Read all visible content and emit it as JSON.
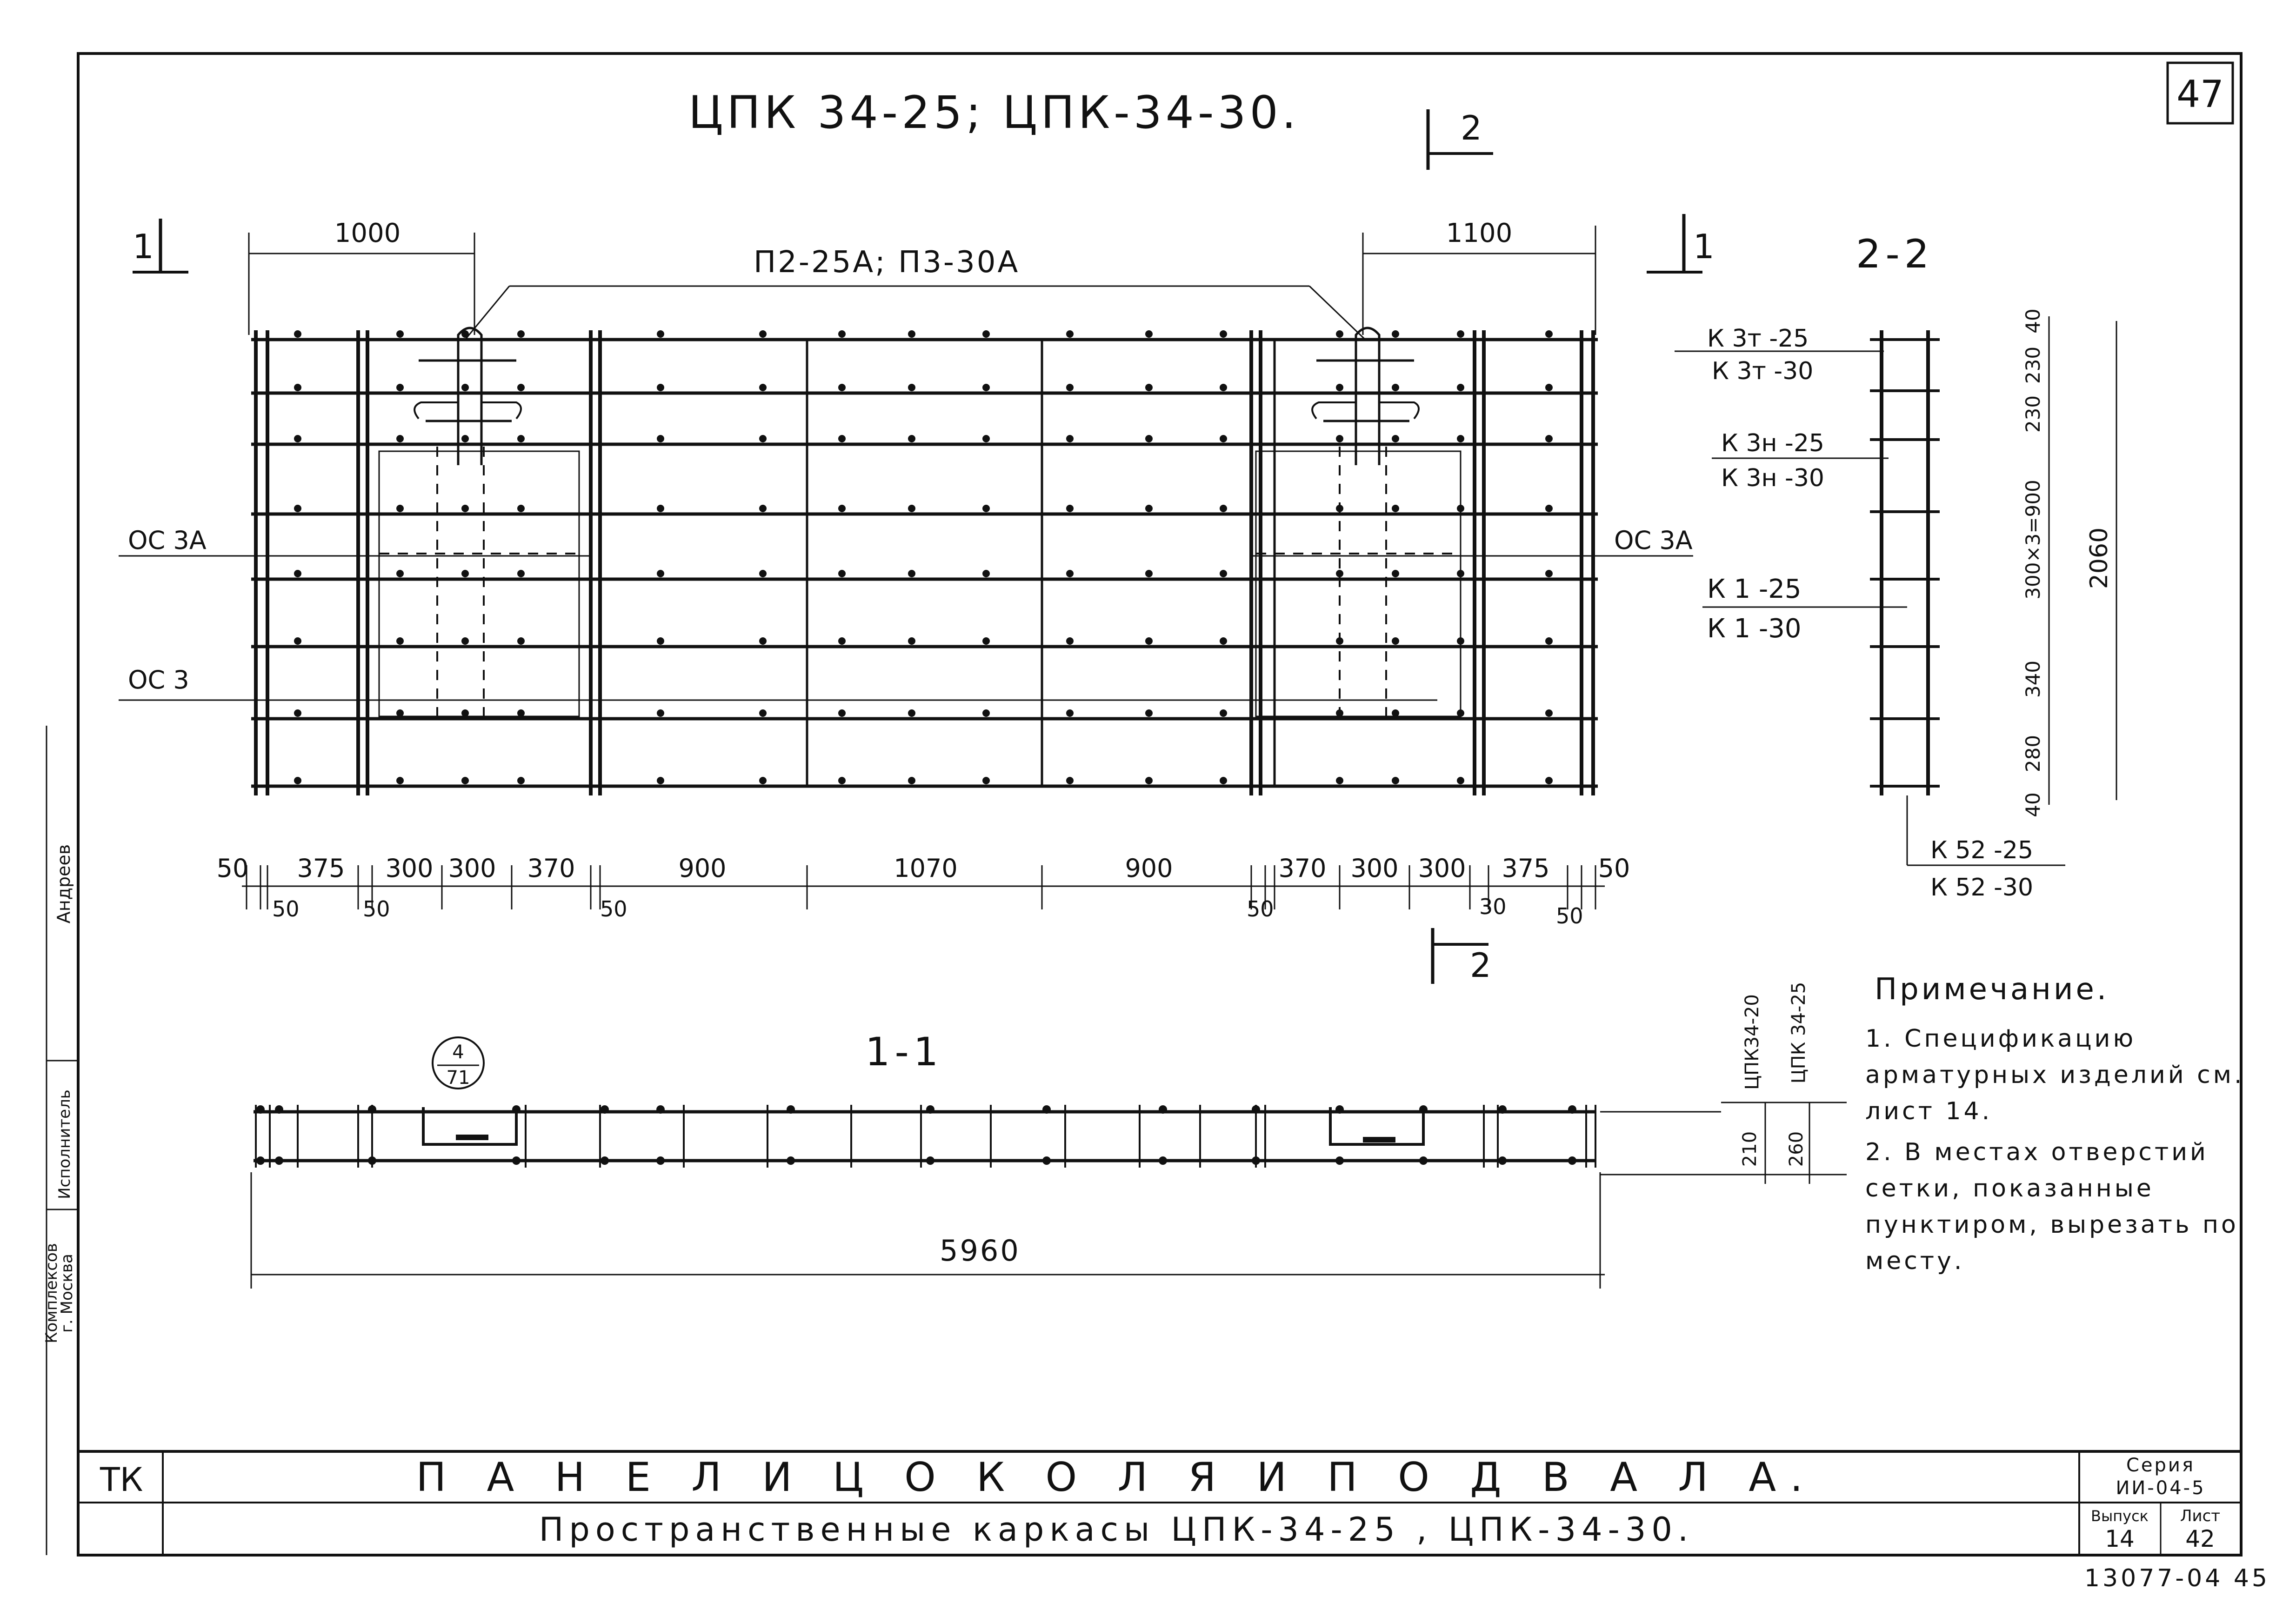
{
  "sheet_number": "47",
  "title": "ЦПК 34-25; ЦПК-34-30.",
  "mark_ref": "П2-25А; П3-30А",
  "sections": {
    "s11": "1-1",
    "s22": "2-2",
    "cut1": "1",
    "cut2": "2"
  },
  "top_dims": [
    "1000",
    "1100"
  ],
  "bottom_dims": [
    "50",
    "375",
    "300",
    "300",
    "370",
    "900",
    "1070",
    "900",
    "370",
    "300",
    "300",
    "375",
    "50"
  ],
  "small_dims": [
    "50",
    "50",
    "50",
    "50",
    "30",
    "50"
  ],
  "mesh_labels": [
    "ОС 3А",
    "ОС 3",
    "ОС 3А"
  ],
  "side_labels": {
    "k3t": [
      "К 3т -25",
      "К 3т -30"
    ],
    "k3n": [
      "К 3н -25",
      "К 3н -30"
    ],
    "k1": [
      "К 1 -25",
      "К 1 -30"
    ],
    "k52": [
      "К 52 -25",
      "К 52 -30"
    ]
  },
  "side_dims": [
    "40",
    "230",
    "230",
    "300×3=900",
    "340",
    "280",
    "40"
  ],
  "side_total": "2060",
  "section11": {
    "callout_top": "4",
    "callout_bottom": "71",
    "length": "5960",
    "h1": "210",
    "h1_label": "ЦПК34-20",
    "h2": "260",
    "h2_label": "ЦПК 34-25"
  },
  "notes": {
    "title": "Примечание.",
    "items": [
      "1. Спецификацию арматурных изделий см. лист 14.",
      "2. В местах отверстий сетки, показанные пунктиром, вырезать по месту."
    ]
  },
  "stamp": {
    "org": "ТК",
    "title_main": "П А Н Е Л И   Ц О К О Л Я   И   П О Д В А Л А.",
    "title_sub": "Пространственные каркасы ЦПК-34-25 , ЦПК-34-30.",
    "series_label": "Серия",
    "series_value": "ИИ-04-5",
    "issue_label": "Выпуск",
    "issue_value": "14",
    "sheet_label": "Лист",
    "sheet_value": "42"
  },
  "left_stamp": [
    "Андреев",
    "Исполнитель",
    "г. Москва",
    "Комплексов"
  ],
  "archive_number": "13077-04 45"
}
